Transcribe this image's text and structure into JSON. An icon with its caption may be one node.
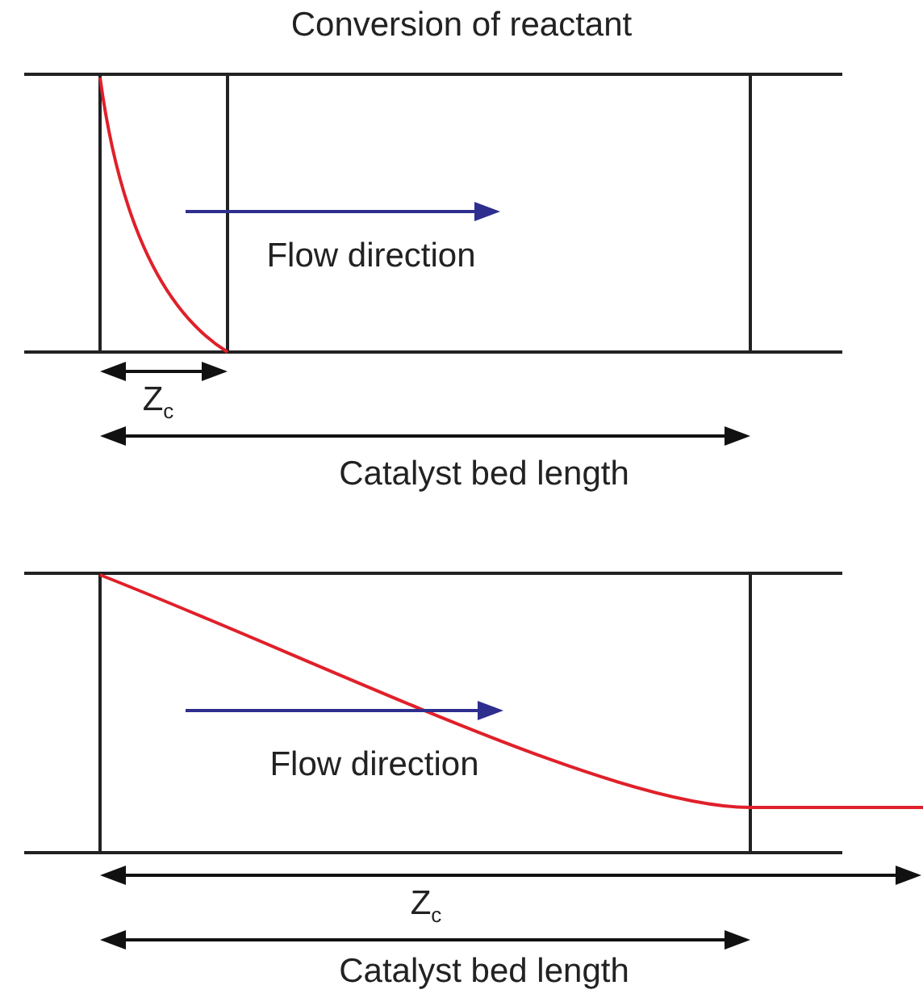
{
  "diagram": {
    "title": "Conversion of reactant",
    "labels": [
      "Flow direction",
      "Z$_{c}$",
      "Catalyst bed length",
      "Flow direction",
      "Z$_{c}$",
      "Catalyst bed length"
    ]
  }
}
